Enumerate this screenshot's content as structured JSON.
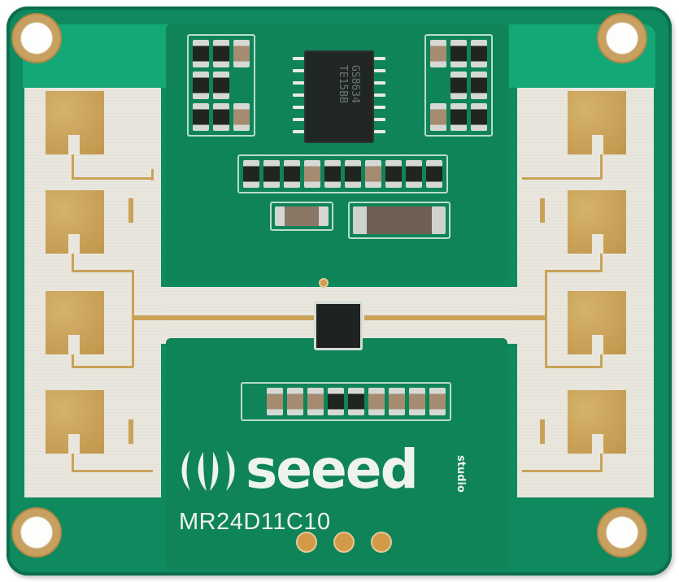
{
  "image": {
    "subject": "mmWave radar sensor module PCB",
    "brand": {
      "logo_text": "seeed",
      "logo_subtext": "studio"
    },
    "silkscreen": {
      "part_number": "MR24D11C10"
    },
    "main_ic": {
      "marking_line1": "GS8634",
      "marking_line2": "TE15BB"
    },
    "antenna_arrays": {
      "left_patch_count": 4,
      "right_patch_count": 4
    },
    "mounting_holes": 4,
    "header_pads": 3,
    "colors": {
      "board_green": "#0f8a5f",
      "board_light_green": "#15a877",
      "substrate": "#e9e6de",
      "gold": "#c9a258",
      "silkscreen": "#eef3ef",
      "ic_body": "#1f2623"
    }
  }
}
